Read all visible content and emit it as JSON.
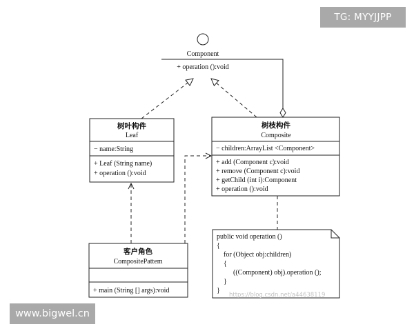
{
  "watermarks": {
    "top_right": "TG: MYYJJPP",
    "bottom_left": "www.bigwel.cn",
    "note_overlay": "https://blog.csdn.net/a44638119"
  },
  "interface": {
    "name": "Component",
    "operations": [
      "+ operation ():void"
    ]
  },
  "leaf": {
    "title_cn": "树叶构件",
    "title_en": "Leaf",
    "attributes": [
      "− name:String"
    ],
    "operations": [
      "+ Leaf (String name)",
      "+ operation ():void"
    ]
  },
  "composite": {
    "title_cn": "树枝构件",
    "title_en": "Composite",
    "attributes": [
      "− children:ArrayList <Component>"
    ],
    "operations": [
      "+ add (Component c):void",
      "+ remove (Component c):void",
      "+ getChild (int i):Component",
      "+ operation ():void"
    ]
  },
  "client": {
    "title_cn": "客户角色",
    "title_en": "CompositePattem",
    "attributes": [],
    "operations": [
      "+ main (String [] args):void"
    ]
  },
  "note": {
    "lines": [
      "public void operation ()",
      "{",
      "for (Object obj:children)",
      "{",
      "((Component) obj).operation ();",
      "}",
      "}"
    ]
  }
}
